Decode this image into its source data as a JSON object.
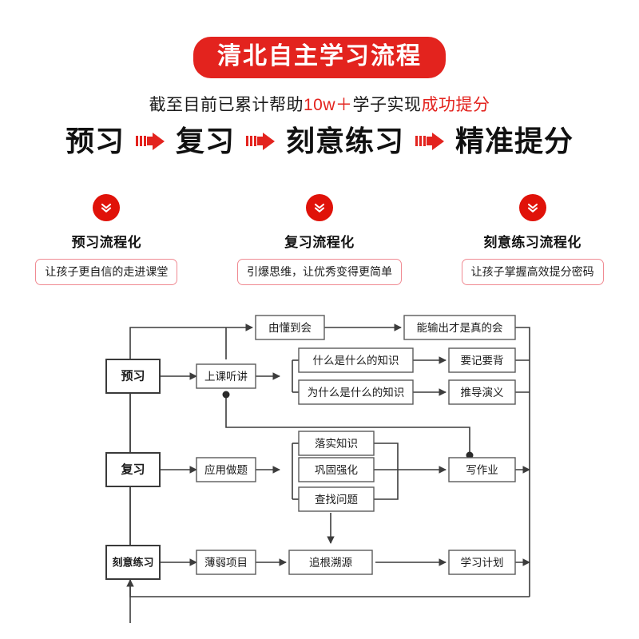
{
  "banner": {
    "title": "清北自主学习流程"
  },
  "subtitle": {
    "pre": "截至目前已累计帮助",
    "count": "10w",
    "plus": "＋",
    "mid": "学子实现",
    "highlight": "成功提分"
  },
  "bigflow": {
    "steps": [
      "预习",
      "复习",
      "刻意练习",
      "精准提分"
    ],
    "arrow_icon": "red-block-arrow-right-icon",
    "arrow_color": "#E3231E"
  },
  "columns": [
    {
      "icon": "double-chevron-down-icon",
      "title": "预习流程化",
      "pill": "让孩子更自信的走进课堂"
    },
    {
      "icon": "double-chevron-down-icon",
      "title": "复习流程化",
      "pill": "引爆思维，让优秀变得更简单"
    },
    {
      "icon": "double-chevron-down-icon",
      "title": "刻意练习流程化",
      "pill": "让孩子掌握高效提分密码"
    }
  ],
  "theme": {
    "red": "#E3231E",
    "badge_red": "#E01209",
    "pill_border": "#F08A92",
    "line": "#3c3c3c",
    "box_border": "#555555"
  },
  "flowchart": {
    "nodes": {
      "n_yuxi": {
        "label": "预习"
      },
      "n_fuxi": {
        "label": "复习"
      },
      "n_keyi": {
        "label": "刻意练习"
      },
      "n_shangke": {
        "label": "上课听讲"
      },
      "n_yingyong": {
        "label": "应用做题"
      },
      "n_baoruo": {
        "label": "薄弱项目"
      },
      "n_youdong": {
        "label": "由懂到会"
      },
      "n_nengshuchu": {
        "label": "能输出才是真的会"
      },
      "n_shenme": {
        "label": "什么是什么的知识"
      },
      "n_weishenme": {
        "label": "为什么是什么的知识"
      },
      "n_yaoji": {
        "label": "要记要背"
      },
      "n_tuidao": {
        "label": "推导演义"
      },
      "n_luoshi": {
        "label": "落实知识"
      },
      "n_gonggu": {
        "label": "巩固强化"
      },
      "n_chazhao": {
        "label": "查找问题"
      },
      "n_xiezuoye": {
        "label": "写作业"
      },
      "n_zhuigen": {
        "label": "追根溯源"
      },
      "n_xuexijihua": {
        "label": "学习计划"
      }
    }
  }
}
